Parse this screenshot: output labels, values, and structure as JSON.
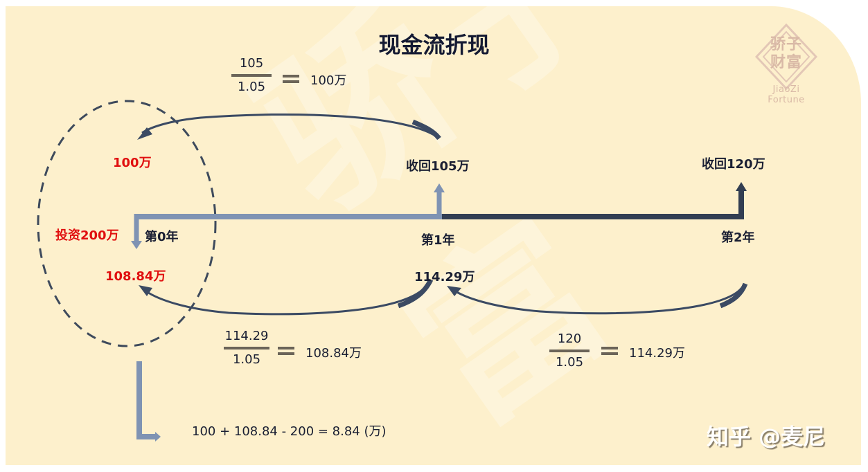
{
  "title": "现金流折现",
  "logo": {
    "line1": "骄子",
    "line2": "财富",
    "english": "JiaoZi Fortune"
  },
  "watermark": "骄子财富",
  "credit": "知乎 @麦尼",
  "timeline": {
    "years": [
      {
        "label": "第0年",
        "cashflow": "投资200万",
        "pv_top": "100万",
        "pv_bottom": "108.84万"
      },
      {
        "label": "第1年",
        "cashflow": "收回105万",
        "pv_bottom": "114.29万"
      },
      {
        "label": "第2年",
        "cashflow": "收回120万"
      }
    ],
    "colors": {
      "segment_0_1": "#7f93b3",
      "segment_1_2": "#323e52",
      "arc": "#3b4a63",
      "red": "#e00f0f",
      "dashed": "#3e4a5c"
    }
  },
  "formulas": [
    {
      "numerator": "105",
      "denominator": "1.05",
      "result": "100万"
    },
    {
      "numerator": "114.29",
      "denominator": "1.05",
      "result": "108.84万"
    },
    {
      "numerator": "120",
      "denominator": "1.05",
      "result": "114.29万"
    }
  ],
  "npv": "100 + 108.84 - 200 = 8.84 (万)"
}
